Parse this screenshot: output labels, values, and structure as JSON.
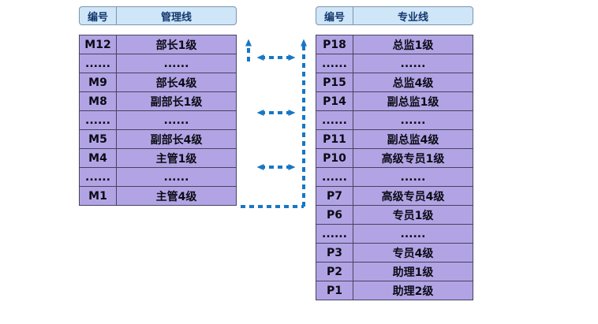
{
  "colors": {
    "header_bg": "#cfe6f8",
    "header_text": "#14386e",
    "cell_bg": "#b2a4e4",
    "arrow": "#1777c4"
  },
  "icons": {
    "up_arrow": "dashed-up-arrow",
    "bidirectional_arrow": "dashed-double-headed-arrow"
  },
  "management_table": {
    "headers": [
      "编号",
      "管理线"
    ],
    "rows": [
      [
        "M12",
        "部长1级"
      ],
      [
        "......",
        "......"
      ],
      [
        "M9",
        "部长4级"
      ],
      [
        "M8",
        "副部长1级"
      ],
      [
        "......",
        "......"
      ],
      [
        "M5",
        "副部长4级"
      ],
      [
        "M4",
        "主管1级"
      ],
      [
        "......",
        "......"
      ],
      [
        "M1",
        "主管4级"
      ]
    ]
  },
  "professional_table": {
    "headers": [
      "编号",
      "专业线"
    ],
    "rows": [
      [
        "P18",
        "总监1级"
      ],
      [
        "......",
        "......"
      ],
      [
        "P15",
        "总监4级"
      ],
      [
        "P14",
        "副总监1级"
      ],
      [
        "......",
        "......"
      ],
      [
        "P11",
        "副总监4级"
      ],
      [
        "P10",
        "高级专员1级"
      ],
      [
        "......",
        "......"
      ],
      [
        "P7",
        "高级专员4级"
      ],
      [
        "P6",
        "专员1级"
      ],
      [
        "......",
        "......"
      ],
      [
        "P3",
        "专员4级"
      ],
      [
        "P2",
        "助理1级"
      ],
      [
        "P1",
        "助理2级"
      ]
    ]
  }
}
